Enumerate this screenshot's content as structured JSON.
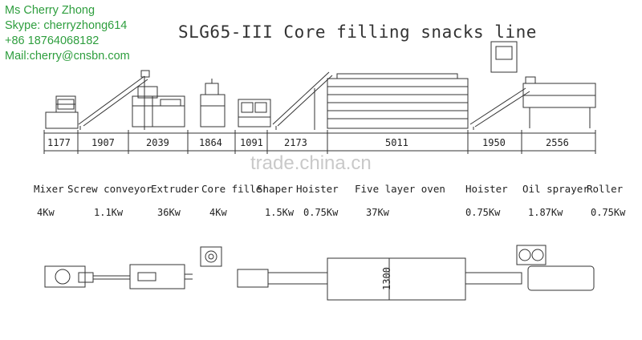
{
  "contact": {
    "name": "Ms Cherry Zhong",
    "skype": "Skype: cherryzhong614",
    "phone": "+86 18764068182",
    "mail": "Mail:cherry@cnsbn.com"
  },
  "title": "SLG65-III Core filling snacks line",
  "watermark": "trade.china.cn",
  "dimensions": [
    "1177",
    "1907",
    "2039",
    "1864",
    "1091",
    "2173",
    "5011",
    "1950",
    "2556"
  ],
  "machines": [
    {
      "name": "Mixer",
      "power": "4Kw"
    },
    {
      "name": "Screw conveyor",
      "power": "1.1Kw"
    },
    {
      "name": "Extruder",
      "power": "36Kw"
    },
    {
      "name": "Core filler",
      "power": "4Kw"
    },
    {
      "name": "Shaper",
      "power": "1.5Kw"
    },
    {
      "name": "Hoister",
      "power": "0.75Kw"
    },
    {
      "name": "Five layer oven",
      "power": "37Kw"
    },
    {
      "name": "Hoister",
      "power": "0.75Kw"
    },
    {
      "name": "Oil sprayer",
      "power": "1.87Kw"
    },
    {
      "name": "Roller",
      "power": "0.75Kw"
    }
  ],
  "plan_dimension": "1300"
}
